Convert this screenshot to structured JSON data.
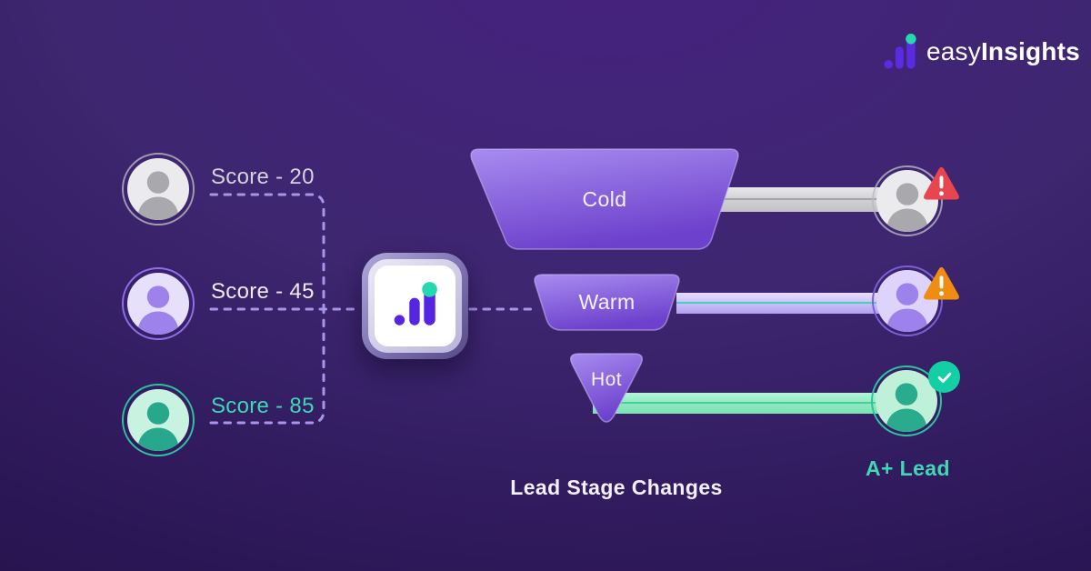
{
  "brand": {
    "name_regular": "easy",
    "name_bold": "Insights",
    "logo_icon": "bar-chart-logo-icon"
  },
  "scores": [
    {
      "label": "Score - 20",
      "tier": "cold"
    },
    {
      "label": "Score - 45",
      "tier": "warm"
    },
    {
      "label": "Score - 85",
      "tier": "hot"
    }
  ],
  "funnel_stages": [
    {
      "label": "Cold",
      "status_icon": "warning-triangle-red"
    },
    {
      "label": "Warm",
      "status_icon": "warning-triangle-orange"
    },
    {
      "label": "Hot",
      "status_icon": "check-circle-teal"
    }
  ],
  "result_label": "A+ Lead",
  "caption": "Lead Stage Changes",
  "icons": {
    "user": "person-silhouette",
    "warning": "!",
    "check": "✓"
  },
  "colors": {
    "background_top": "#45227f",
    "background_bottom": "#1f0f3f",
    "brand_purple": "#5b2be2",
    "brand_teal": "#26d9ad",
    "funnel_light": "#a88cf0",
    "funnel_dark": "#6d41cc",
    "warning_red": "#e9454e",
    "warning_orange": "#f08c0f",
    "success_teal": "#14cfa3",
    "hot_text_teal": "#3fd8b6",
    "dashed_line": "#a795ea"
  }
}
